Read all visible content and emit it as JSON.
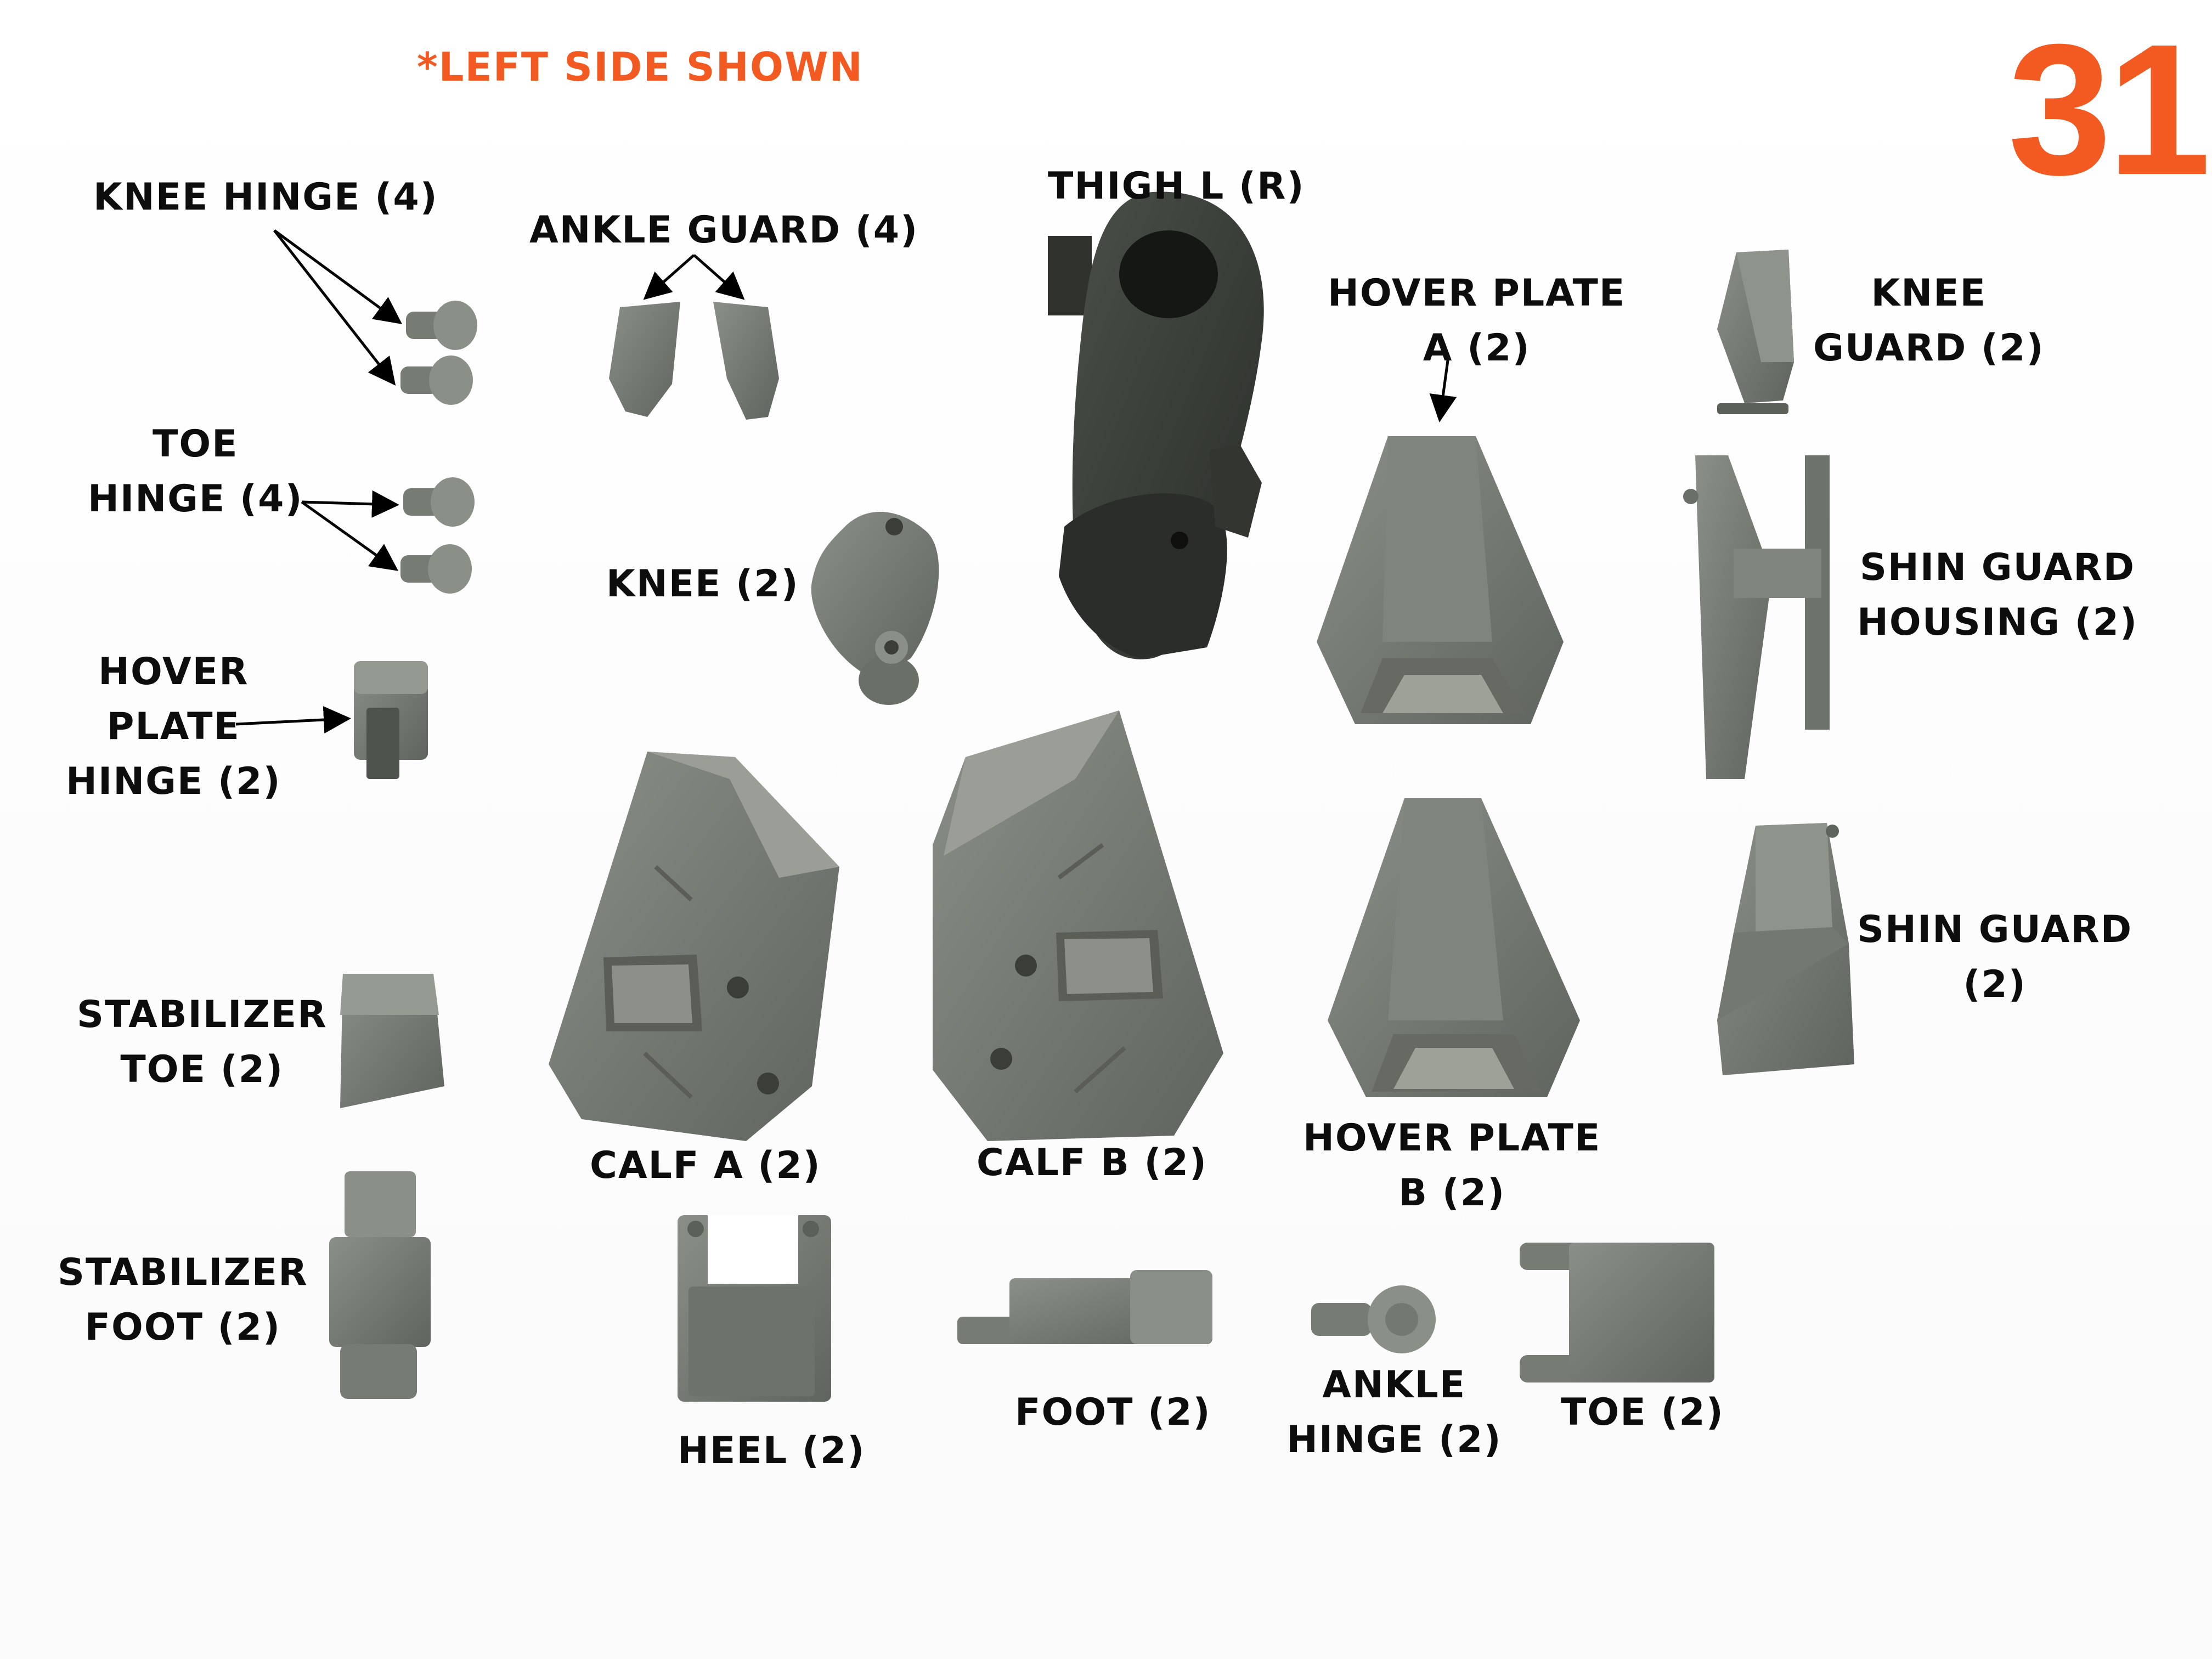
{
  "note": "*LEFT SIDE SHOWN",
  "step_number": "31",
  "colors": {
    "accent": "#f25a22",
    "part_grey": "#7a7f78",
    "thigh_dark": "#3a3e38",
    "label": "#0d0d0d"
  },
  "labels": {
    "knee_hinge": "KNEE HINGE (4)",
    "ankle_guard": "ANKLE GUARD (4)",
    "thigh": "THIGH L (R)",
    "hover_plate_a_1": "HOVER PLATE",
    "hover_plate_a_2": "A (2)",
    "knee_guard_1": "KNEE",
    "knee_guard_2": "GUARD (2)",
    "toe_hinge_1": "TOE",
    "toe_hinge_2": "HINGE (4)",
    "knee": "KNEE (2)",
    "hover_plate_hinge_1": "HOVER",
    "hover_plate_hinge_2": "PLATE",
    "hover_plate_hinge_3": "HINGE (2)",
    "shin_guard_housing_1": "SHIN GUARD",
    "shin_guard_housing_2": "HOUSING (2)",
    "stabilizer_toe_1": "STABILIZER",
    "stabilizer_toe_2": "TOE (2)",
    "shin_guard_1": "SHIN GUARD",
    "shin_guard_2": "(2)",
    "calf_a": "CALF A (2)",
    "calf_b": "CALF B (2)",
    "hover_plate_b_1": "HOVER PLATE",
    "hover_plate_b_2": "B (2)",
    "stabilizer_foot_1": "STABILIZER",
    "stabilizer_foot_2": "FOOT (2)",
    "foot": "FOOT (2)",
    "ankle_hinge_1": "ANKLE",
    "ankle_hinge_2": "HINGE (2)",
    "toe": "TOE (2)",
    "heel": "HEEL (2)"
  }
}
